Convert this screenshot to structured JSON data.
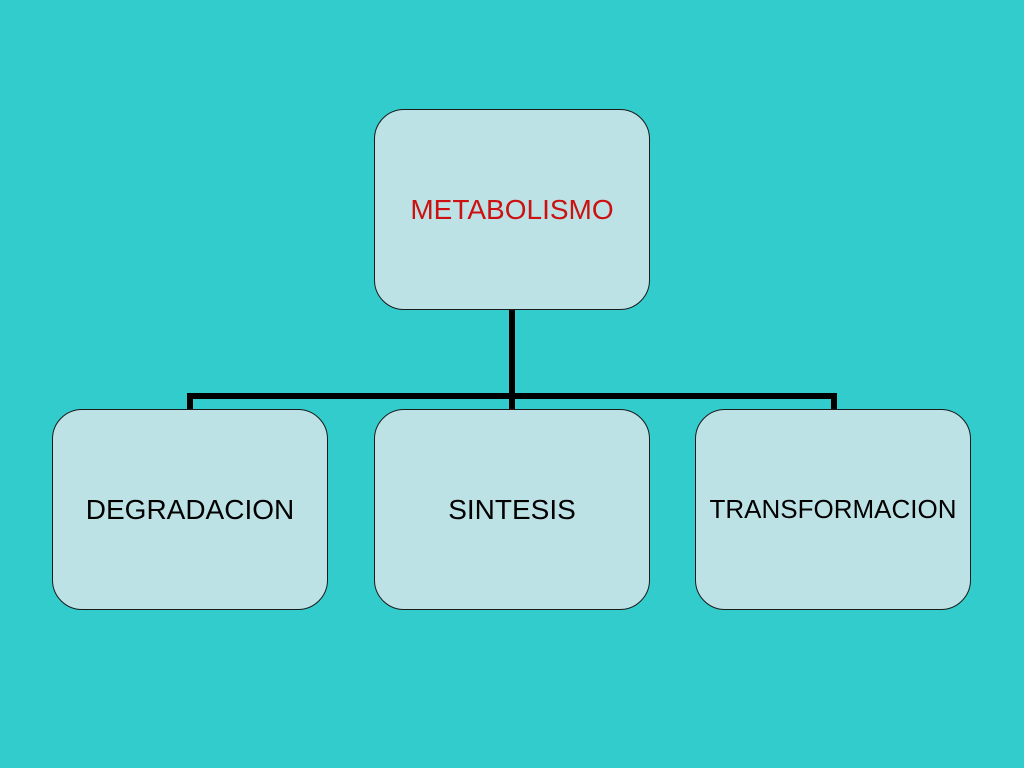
{
  "diagram": {
    "root": {
      "label": "METABOLISMO"
    },
    "children": [
      {
        "label": "DEGRADACION"
      },
      {
        "label": "SINTESIS"
      },
      {
        "label": "TRANSFORMACION"
      }
    ]
  },
  "colors": {
    "background": "#33cccc",
    "node_fill": "#bde2e6",
    "node_border": "#1a1a1a",
    "root_text": "#cc1111",
    "child_text": "#000000",
    "connector": "#000000"
  }
}
